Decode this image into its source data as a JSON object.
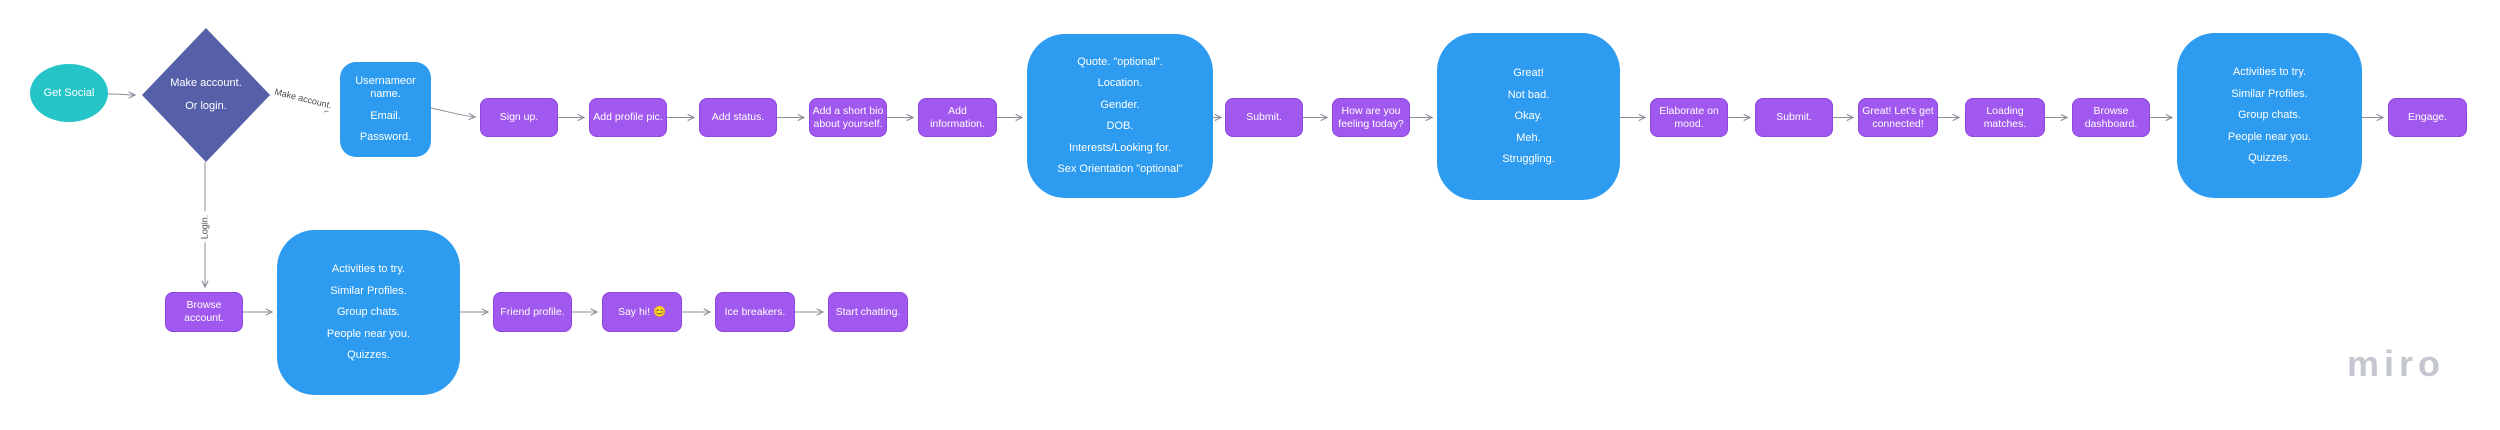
{
  "watermark": "miro",
  "colors": {
    "terminator_fill": "#24c4c7",
    "decision_fill": "#5560a9",
    "process_fill": "#a158ee",
    "process_border": "#8d46e0",
    "data_fill": "#2d9bf0",
    "edge_stroke": "#8a8f98",
    "edge_label_text": "#4a4a4a",
    "watermark_text": "#c4c7ce",
    "node_text": "#ffffff"
  },
  "edge_labels": {
    "make_account": "Make account.",
    "login": "Login."
  },
  "nodes": {
    "start": {
      "label": "Get Social"
    },
    "decision": {
      "lines": [
        "Make account.",
        "Or login."
      ]
    },
    "credentials": {
      "lines": [
        "Usernameor name.",
        "Email.",
        "Password."
      ]
    },
    "signup": {
      "label": "Sign up."
    },
    "profile_pic": {
      "label": "Add profile pic."
    },
    "status": {
      "label": "Add status."
    },
    "bio": {
      "label": "Add a short bio about yourself."
    },
    "add_info": {
      "label": "Add information."
    },
    "info_list": {
      "lines": [
        "Quote. \"optional\".",
        "Location.",
        "Gender.",
        "DOB.",
        "Interests/Looking for.",
        "Sex Orientation \"optional\""
      ]
    },
    "submit1": {
      "label": "Submit."
    },
    "feeling": {
      "label": "How are you feeling today?"
    },
    "mood_list": {
      "lines": [
        "Great!",
        "Not bad.",
        "Okay.",
        "Meh.",
        "Struggling."
      ]
    },
    "elaborate": {
      "label": "Elaborate on mood."
    },
    "submit2": {
      "label": "Submit."
    },
    "connected": {
      "label": "Great! Let's get connected!"
    },
    "loading": {
      "label": "Loading matches."
    },
    "dashboard": {
      "label": "Browse dashboard."
    },
    "dash_list": {
      "lines": [
        "Activities to try.",
        "Similar Profiles.",
        "Group chats.",
        "People near you.",
        "Quizzes."
      ]
    },
    "engage": {
      "label": "Engage."
    },
    "browse_account": {
      "label": "Browse account."
    },
    "browse_list": {
      "lines": [
        "Activities to try.",
        "Similar Profiles.",
        "Group chats.",
        "People near you.",
        "Quizzes."
      ]
    },
    "friend_profile": {
      "label": "Friend profile."
    },
    "say_hi": {
      "label": "Say hi! 😊"
    },
    "ice_breakers": {
      "label": "Ice breakers."
    },
    "start_chatting": {
      "label": "Start chatting."
    }
  }
}
